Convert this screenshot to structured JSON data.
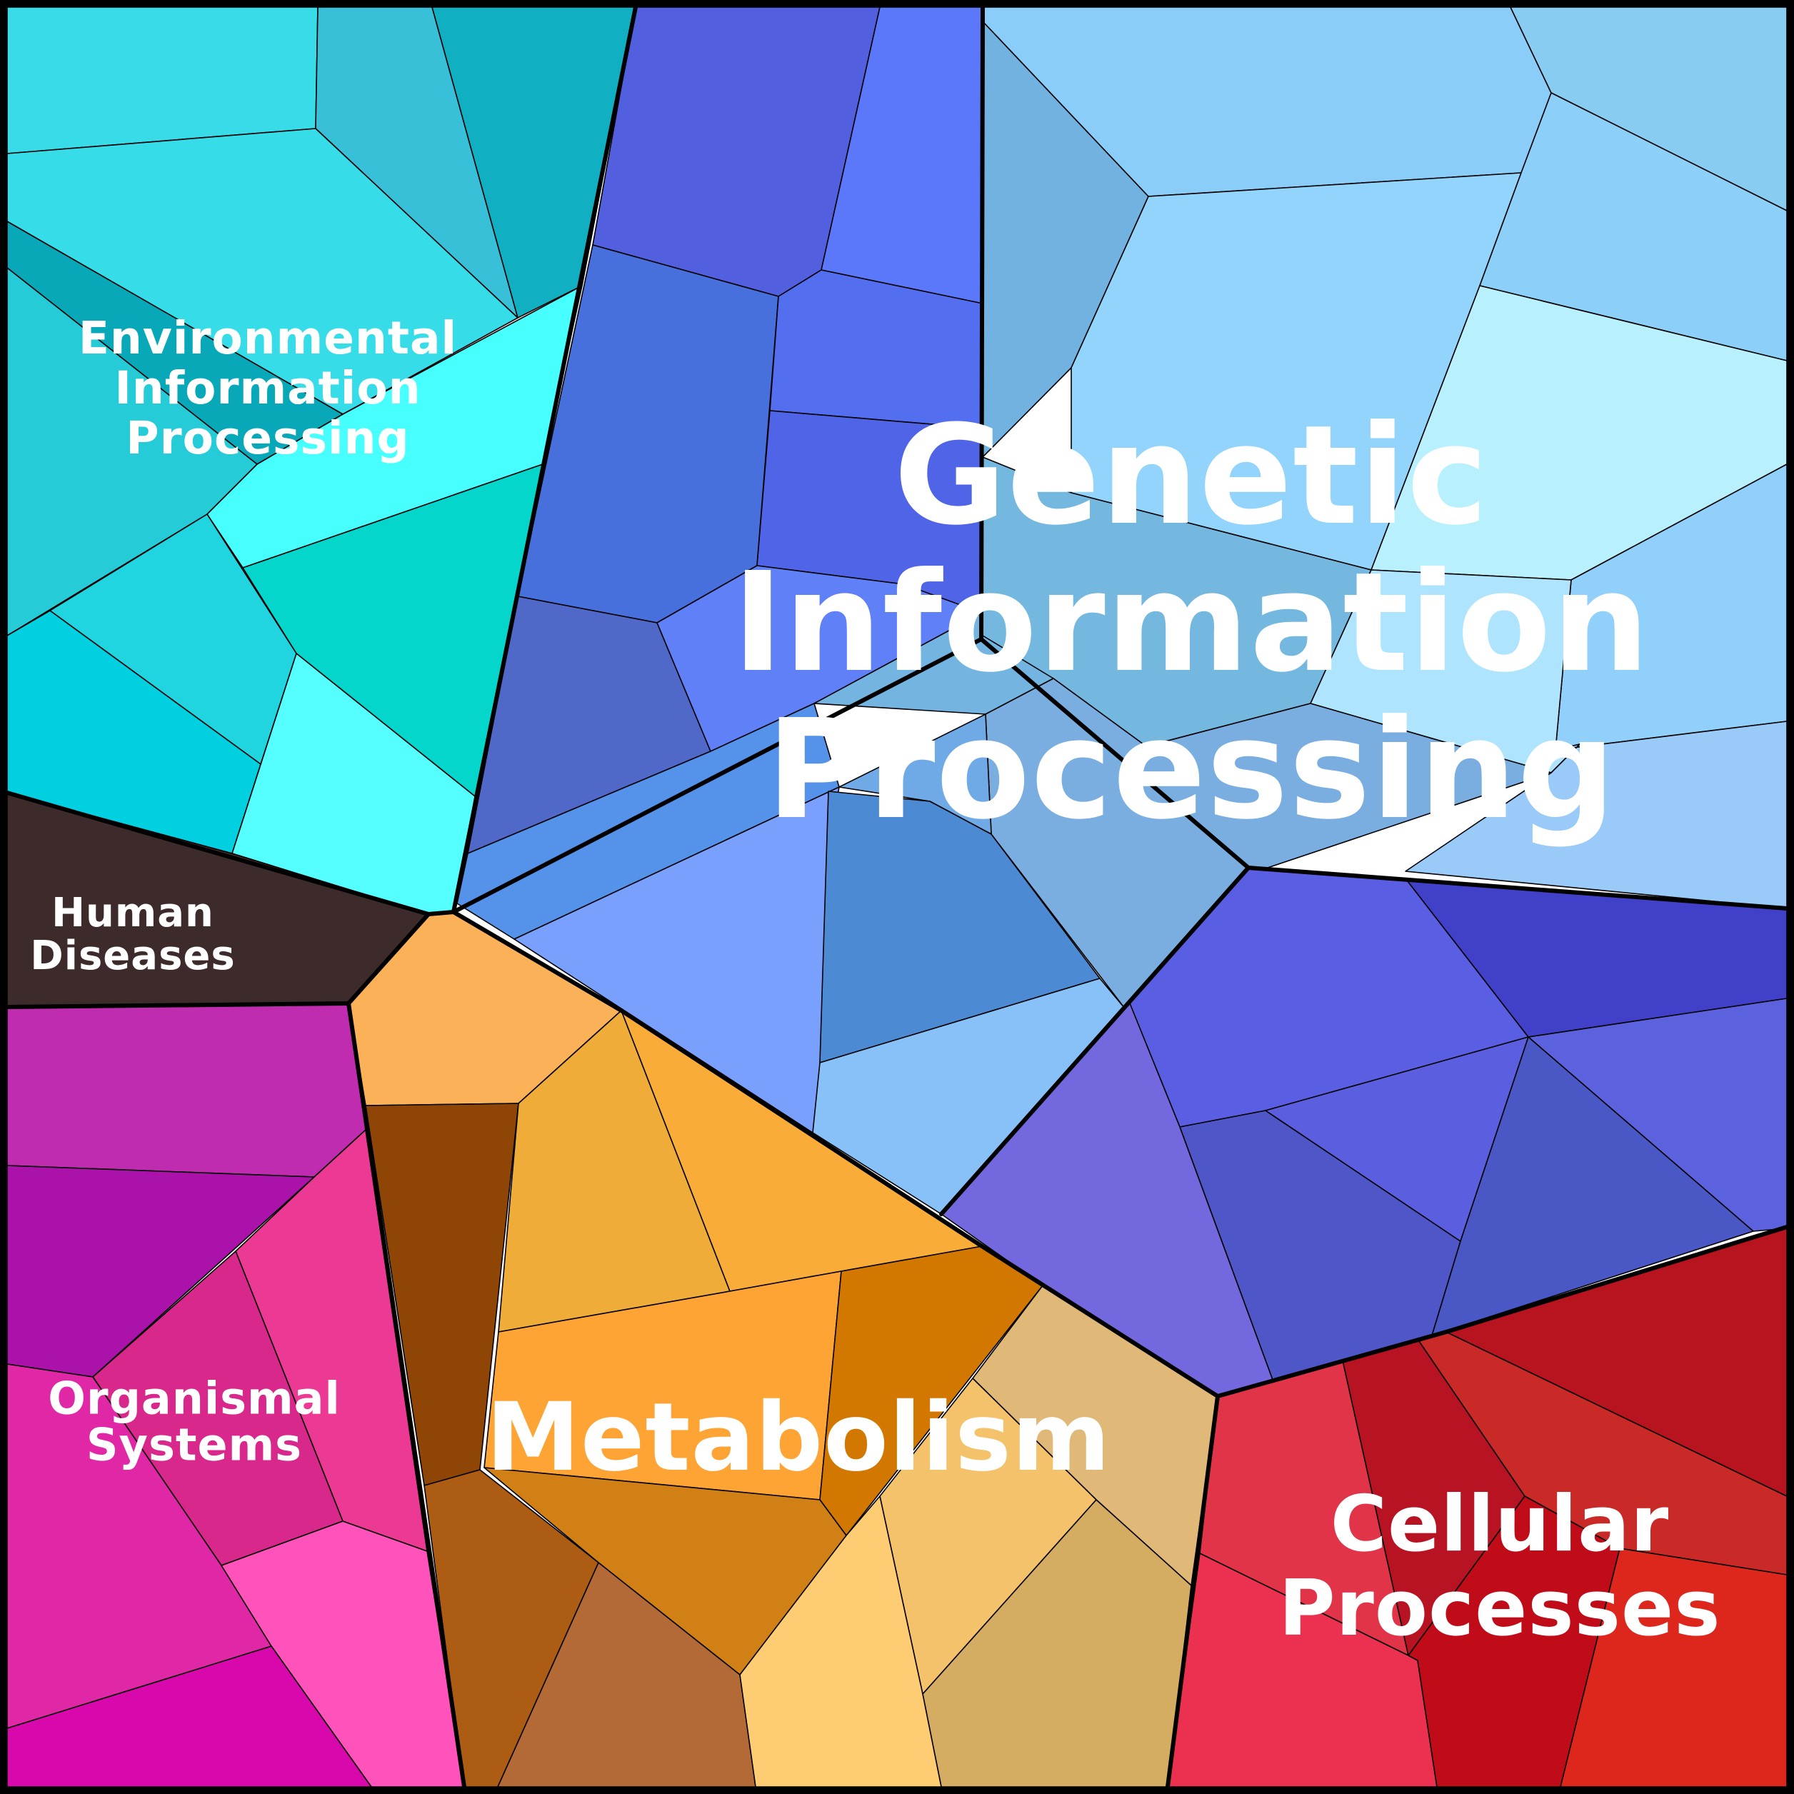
{
  "categories": [
    {
      "key": "environmental",
      "lines": [
        "Environmental",
        "Information",
        "Processing"
      ],
      "color": "#33d8e6"
    },
    {
      "key": "human_diseases",
      "lines": [
        "Human",
        "Diseases"
      ],
      "color": "#3d2b2b"
    },
    {
      "key": "organismal",
      "lines": [
        "Organismal",
        "Systems"
      ],
      "color": "#d62ab0"
    },
    {
      "key": "genetic",
      "lines": [
        "Genetic",
        "Information",
        "Processing"
      ],
      "color": "#5a7bf0"
    },
    {
      "key": "metabolism",
      "lines": [
        "Metabolism"
      ],
      "color": "#f0a030"
    },
    {
      "key": "cellular",
      "lines": [
        "Cellular",
        "Processes"
      ],
      "color": "#d8202a"
    }
  ]
}
